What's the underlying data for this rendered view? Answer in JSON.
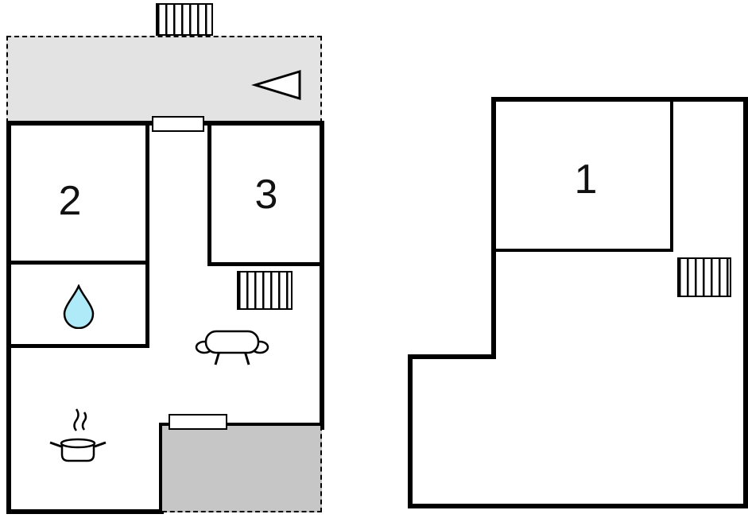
{
  "plan": {
    "type": "floor-plan",
    "units": 2,
    "colors": {
      "wall": "#000000",
      "upper_terrace_fill": "#e3e3e3",
      "lower_terrace_fill": "#c6c6c6",
      "water_drop_fill": "#aeeaf7",
      "background": "#ffffff"
    },
    "rooms": {
      "room1": {
        "label": "1"
      },
      "room2": {
        "label": "2"
      },
      "room3": {
        "label": "3"
      }
    },
    "icons": {
      "stairs": "stairs-icon",
      "entrance_arrow": "direction-arrow-icon",
      "radiator_living": "radiator-icon",
      "radiator_room1": "radiator-icon",
      "bathroom_water": "water-drop-icon",
      "sofa": "sofa-icon",
      "kitchen_pot": "stove-pot-icon"
    }
  }
}
